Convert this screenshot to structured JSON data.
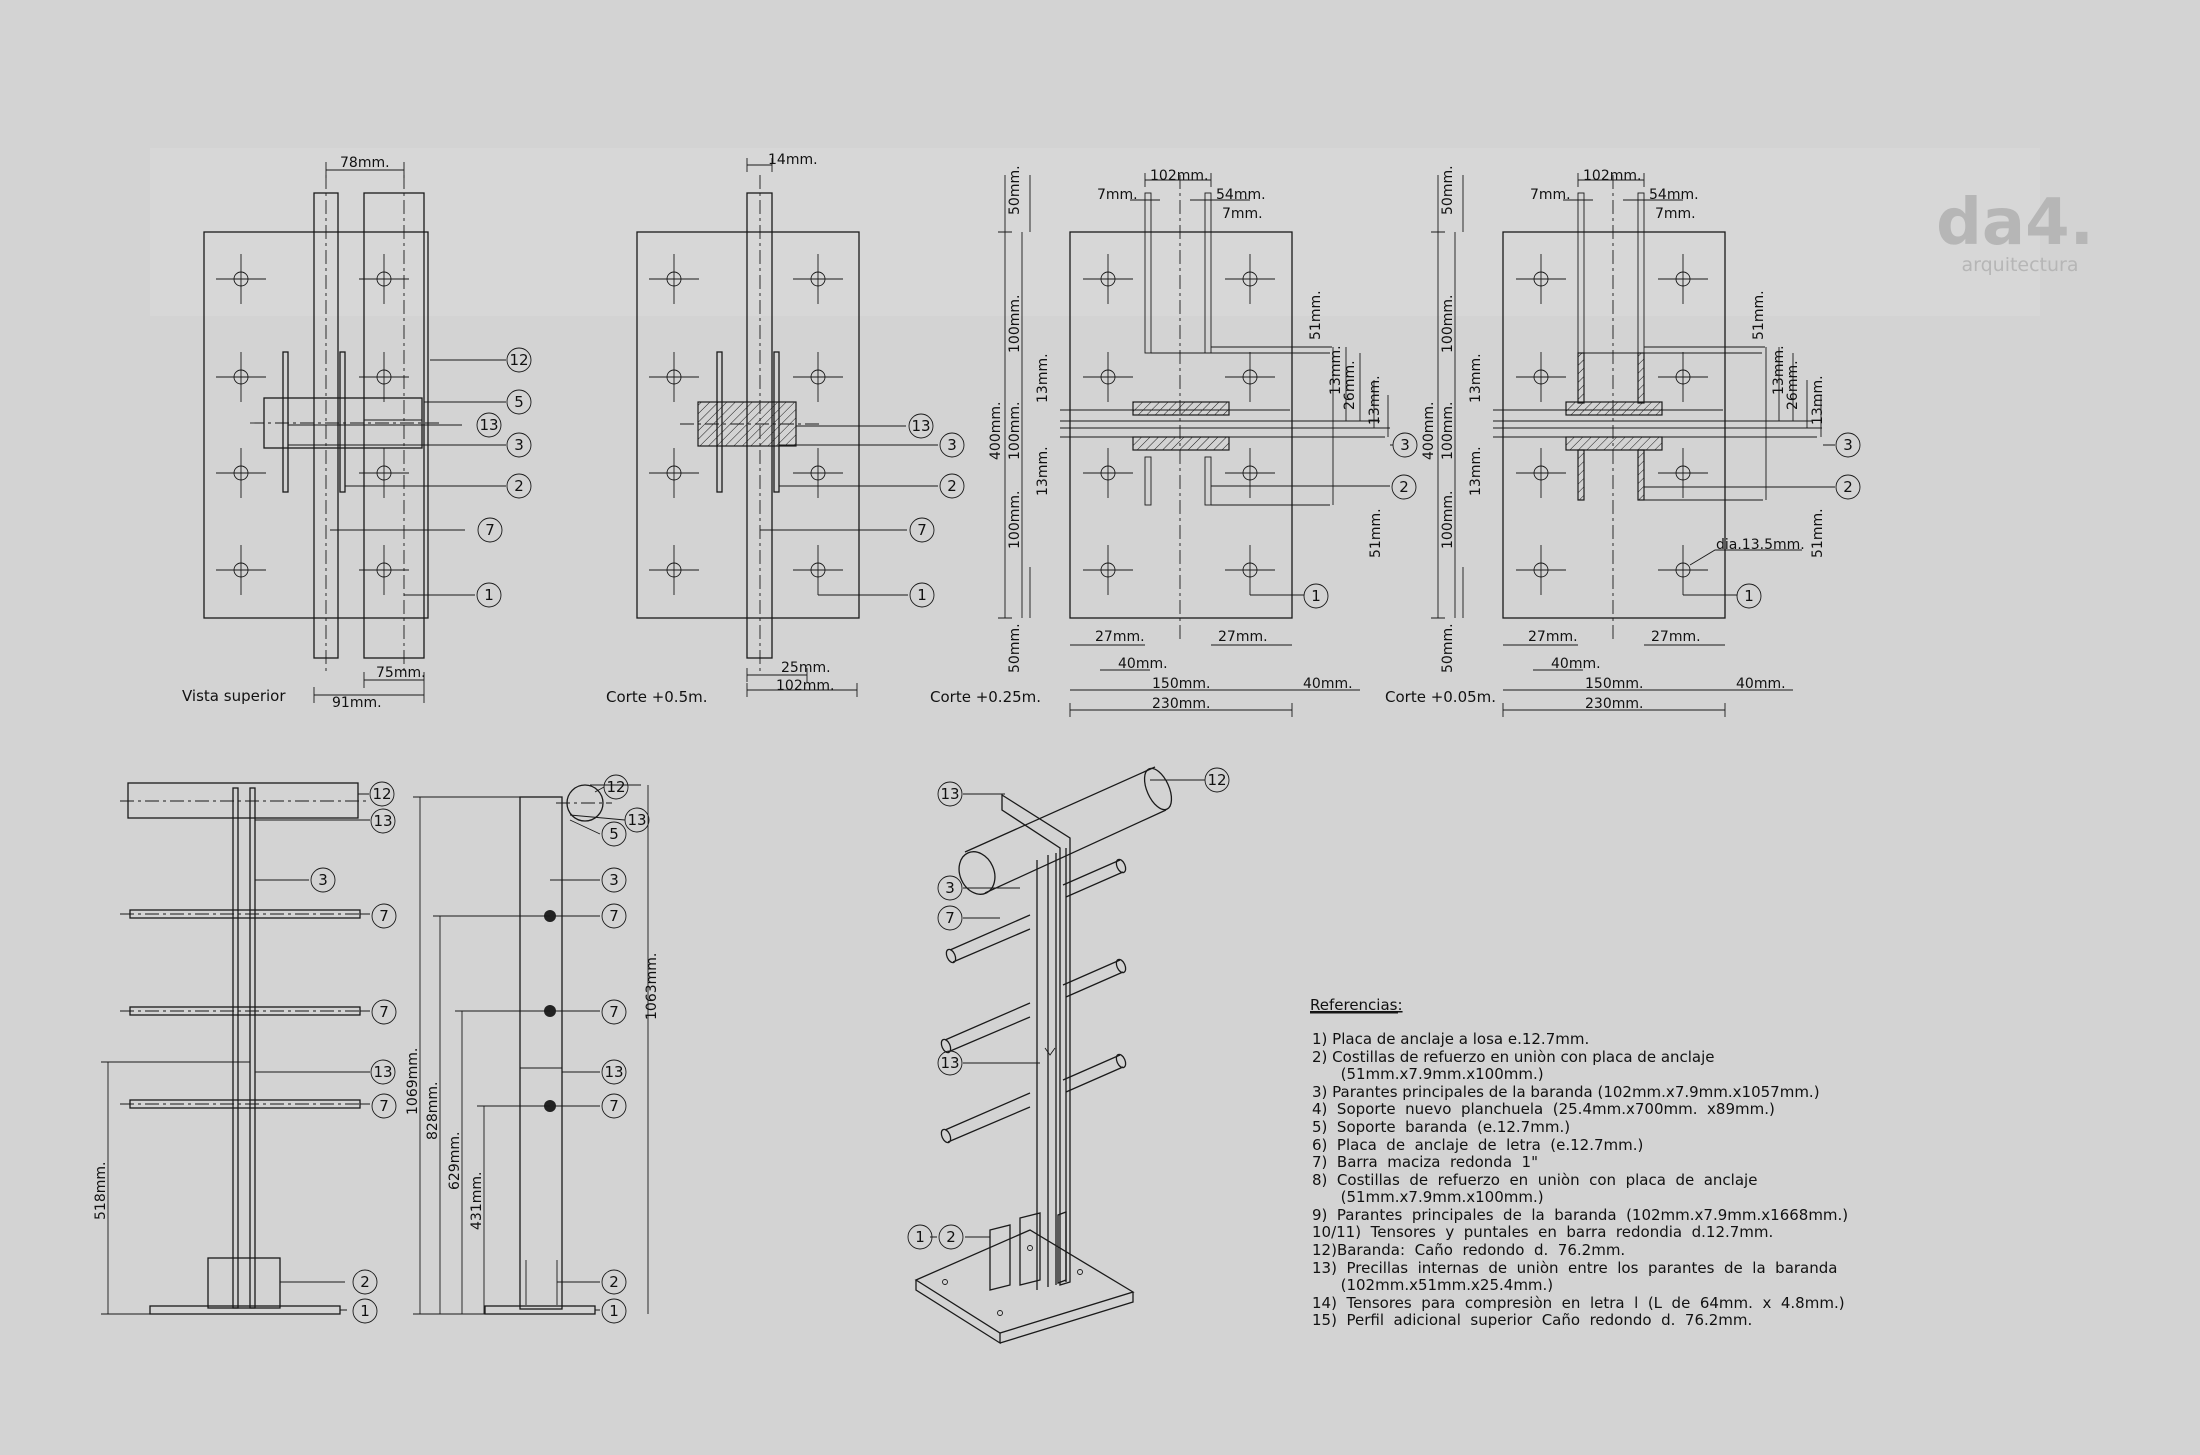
{
  "logo": {
    "mark": "da4.",
    "sub": "arquitectura"
  },
  "views": {
    "v1": {
      "caption": "Vista superior",
      "d_top": "78mm.",
      "d_b1": "75mm.",
      "d_b2": "91mm."
    },
    "v2": {
      "caption": "Corte +0.5m.",
      "d_top": "14mm.",
      "d_b1": "25mm.",
      "d_b2": "102mm."
    },
    "v3": {
      "caption": "Corte +0.25m."
    },
    "v4": {
      "caption": "Corte +0.05m.",
      "d_hole": "dia.13.5mm."
    },
    "shared": {
      "d102": "102mm.",
      "d7": "7mm.",
      "d54": "54mm.",
      "d50": "50mm.",
      "d100": "100mm.",
      "d400": "400mm.",
      "d13": "13mm.",
      "d51": "51mm.",
      "d26": "26mm.",
      "d27": "27mm.",
      "d40": "40mm.",
      "d150": "150mm.",
      "d230": "230mm."
    }
  },
  "elevations": {
    "e1": "518mm.",
    "e2": "1069mm.",
    "e3": "828mm.",
    "e4": "629mm.",
    "e5": "431mm.",
    "e6": "1063mm."
  },
  "bubbles": {
    "b1": "1",
    "b2": "2",
    "b3": "3",
    "b5": "5",
    "b7": "7",
    "b12": "12",
    "b13": "13"
  },
  "references": {
    "title": "Referencias:",
    "lines": [
      "1)  Placa de anclaje a losa e.12.7mm.",
      "2)  Costillas de refuerzo en uniòn con placa de anclaje",
      "      (51mm.x7.9mm.x100mm.)",
      "3)  Parantes principales de la baranda  (102mm.x7.9mm.x1057mm.)",
      "4)  Soporte  nuevo  planchuela  (25.4mm.x700mm.  x89mm.)",
      "5)  Soporte  baranda  (e.12.7mm.)",
      "6)  Placa  de  anclaje  de  letra  (e.12.7mm.)",
      "7)  Barra  maciza  redonda  1\"",
      "8)  Costillas  de  refuerzo  en  uniòn  con  placa  de  anclaje",
      "      (51mm.x7.9mm.x100mm.)",
      "9)  Parantes  principales  de  la  baranda  (102mm.x7.9mm.x1668mm.)",
      "10/11)  Tensores  y  puntales  en  barra  redondia  d.12.7mm.",
      "12)Baranda:  Caño  redondo  d.  76.2mm.",
      "13)  Precillas  internas  de  uniòn  entre  los  parantes  de  la  baranda",
      "      (102mm.x51mm.x25.4mm.)",
      "14)  Tensores  para  compresiòn  en  letra  l  (L  de  64mm.  x  4.8mm.)",
      "15)  Perfil  adicional  superior  Caño  redondo  d.  76.2mm."
    ]
  }
}
